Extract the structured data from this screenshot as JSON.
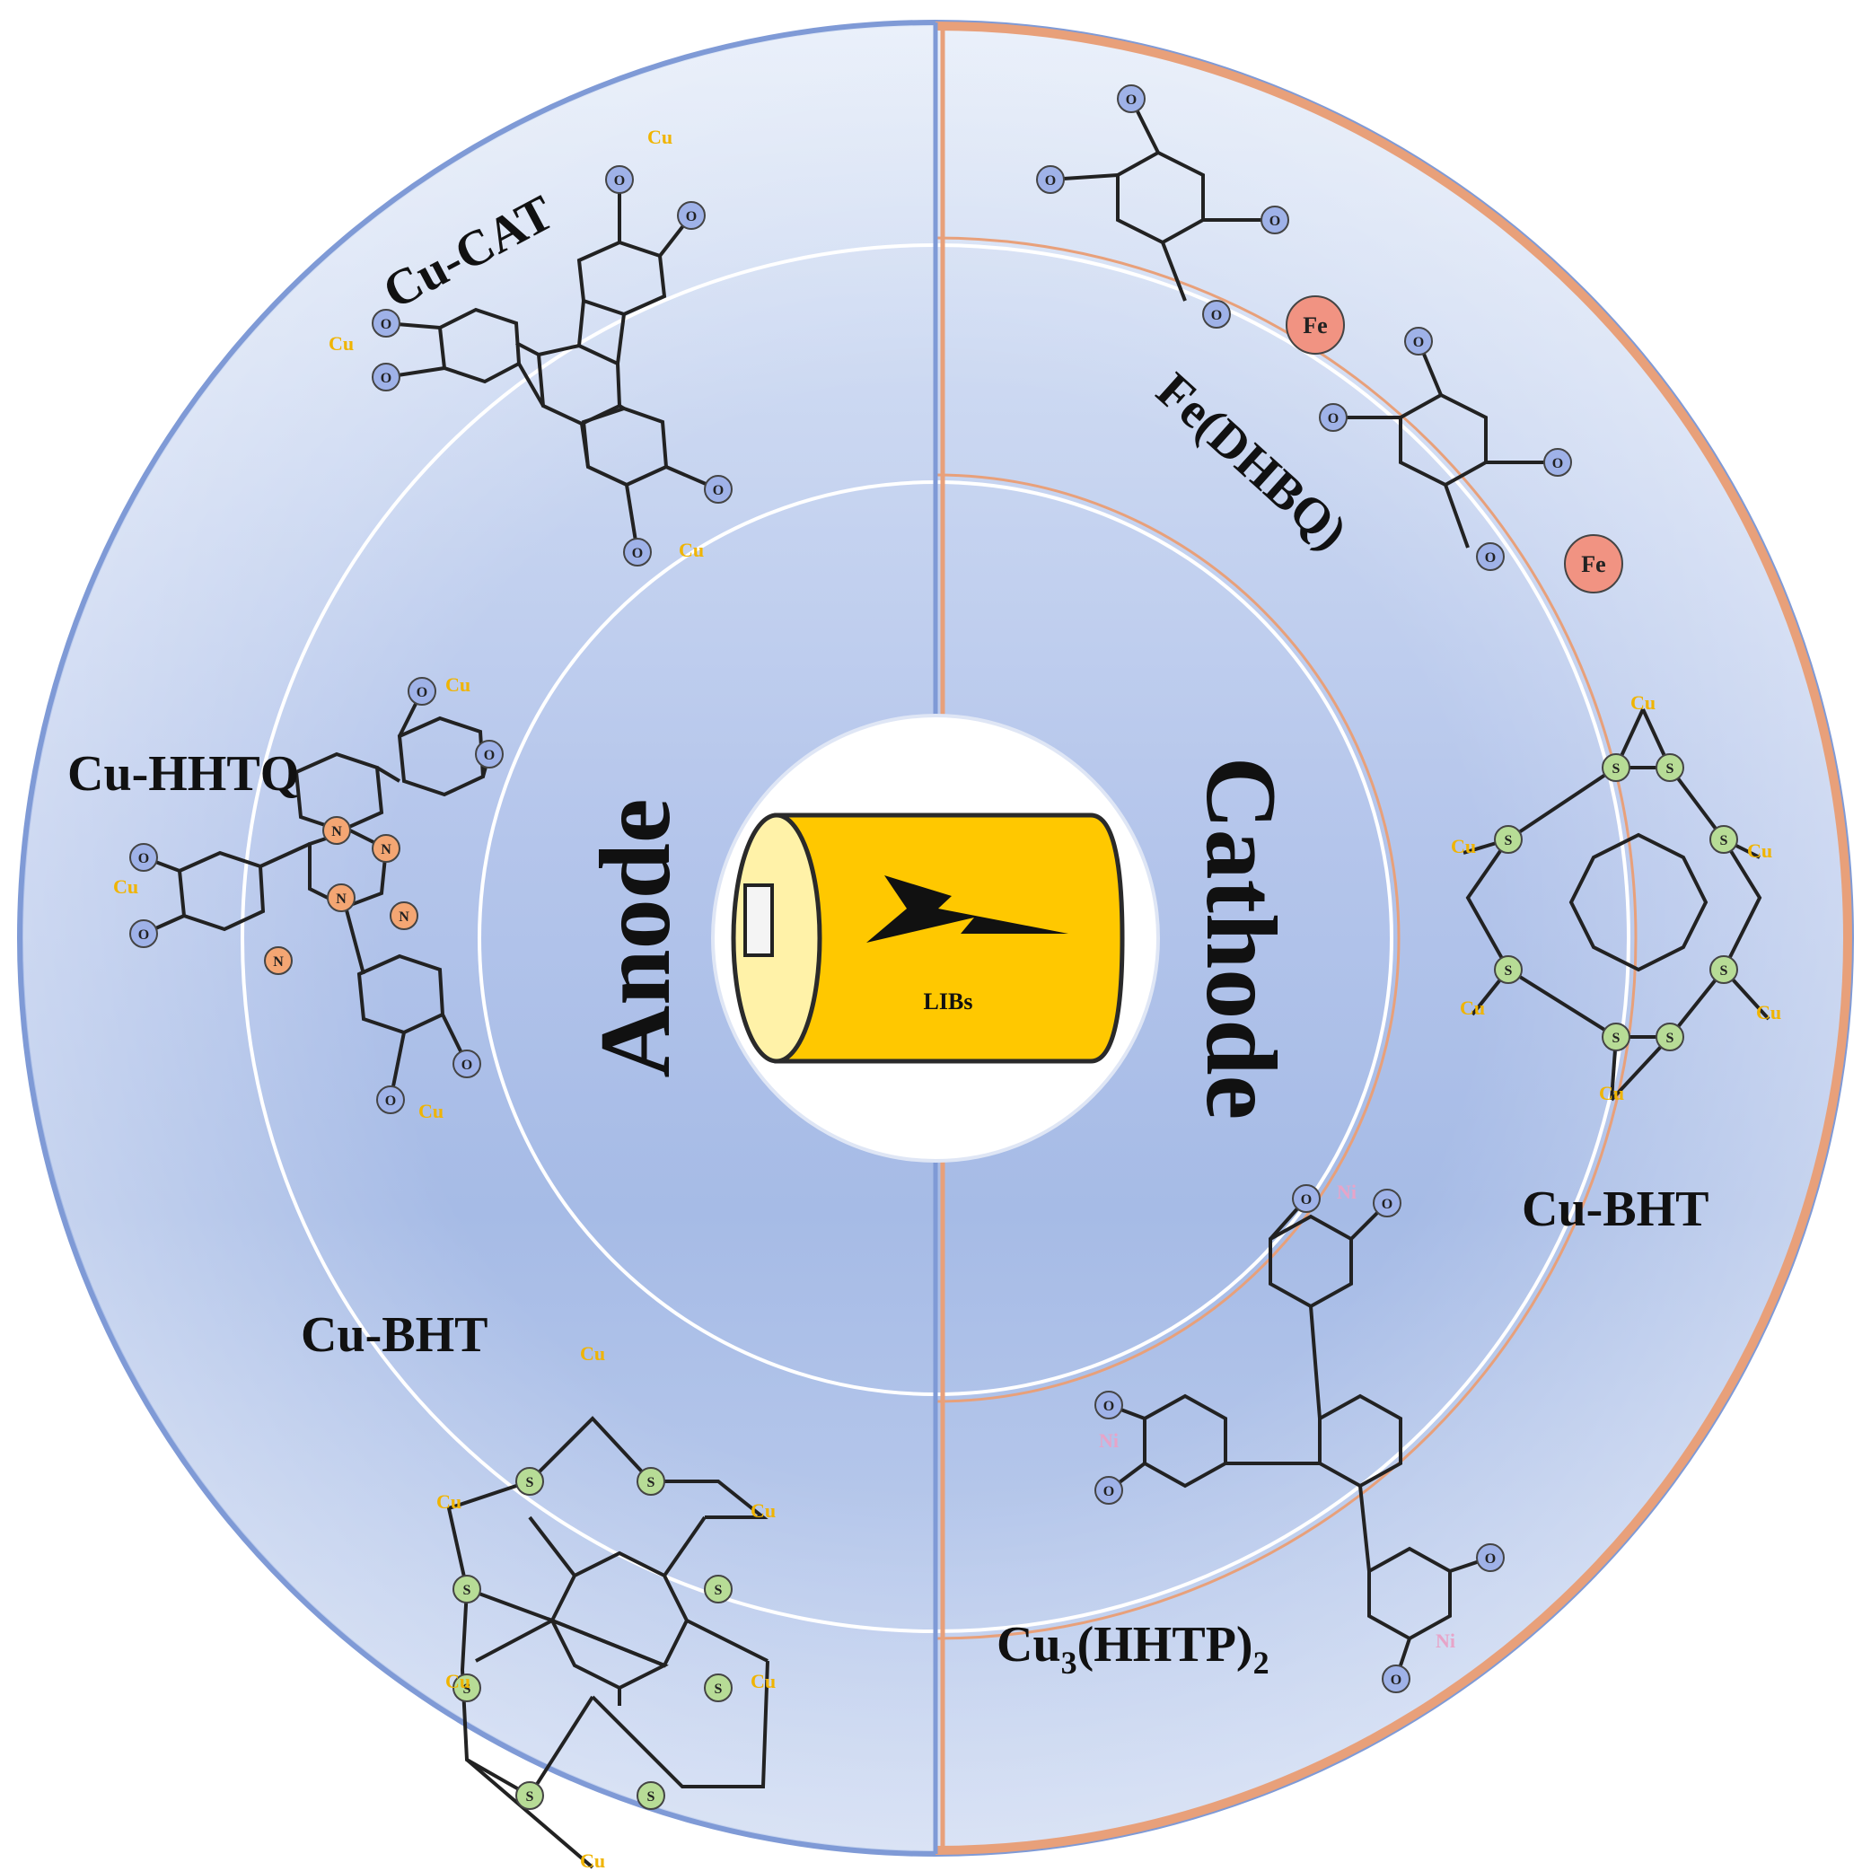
{
  "center": {
    "battery_label": "LIBs"
  },
  "halves": {
    "anode": "Anode",
    "cathode": "Cathode"
  },
  "molecules": {
    "cu_cat": "Cu-CAT",
    "cu_hhtq": "Cu-HHTQ",
    "cu_bht_anode": "Cu-BHT",
    "fe_dhbq": "Fe(DHBQ)",
    "cu_bht_cathode": "Cu-BHT",
    "cu3_hhtp2": {
      "base": "Cu",
      "sub1": "3",
      "mid": "(HHTP)",
      "sub2": "2"
    }
  },
  "atoms": {
    "oxygen": "O",
    "sulfur": "S",
    "nitrogen": "N",
    "copper": "Cu",
    "iron": "Fe",
    "nickel": "Ni"
  },
  "colors": {
    "anode_blue": "#a9bde6",
    "cathode_outline": "#e0906a",
    "battery_yellow": "#ffc800",
    "oxygen_fill": "#9fb2e8",
    "sulfur_fill": "#b7dc96",
    "nitrogen_fill": "#f4a673",
    "iron_fill": "#f19382",
    "copper_text": "#f0b400"
  }
}
